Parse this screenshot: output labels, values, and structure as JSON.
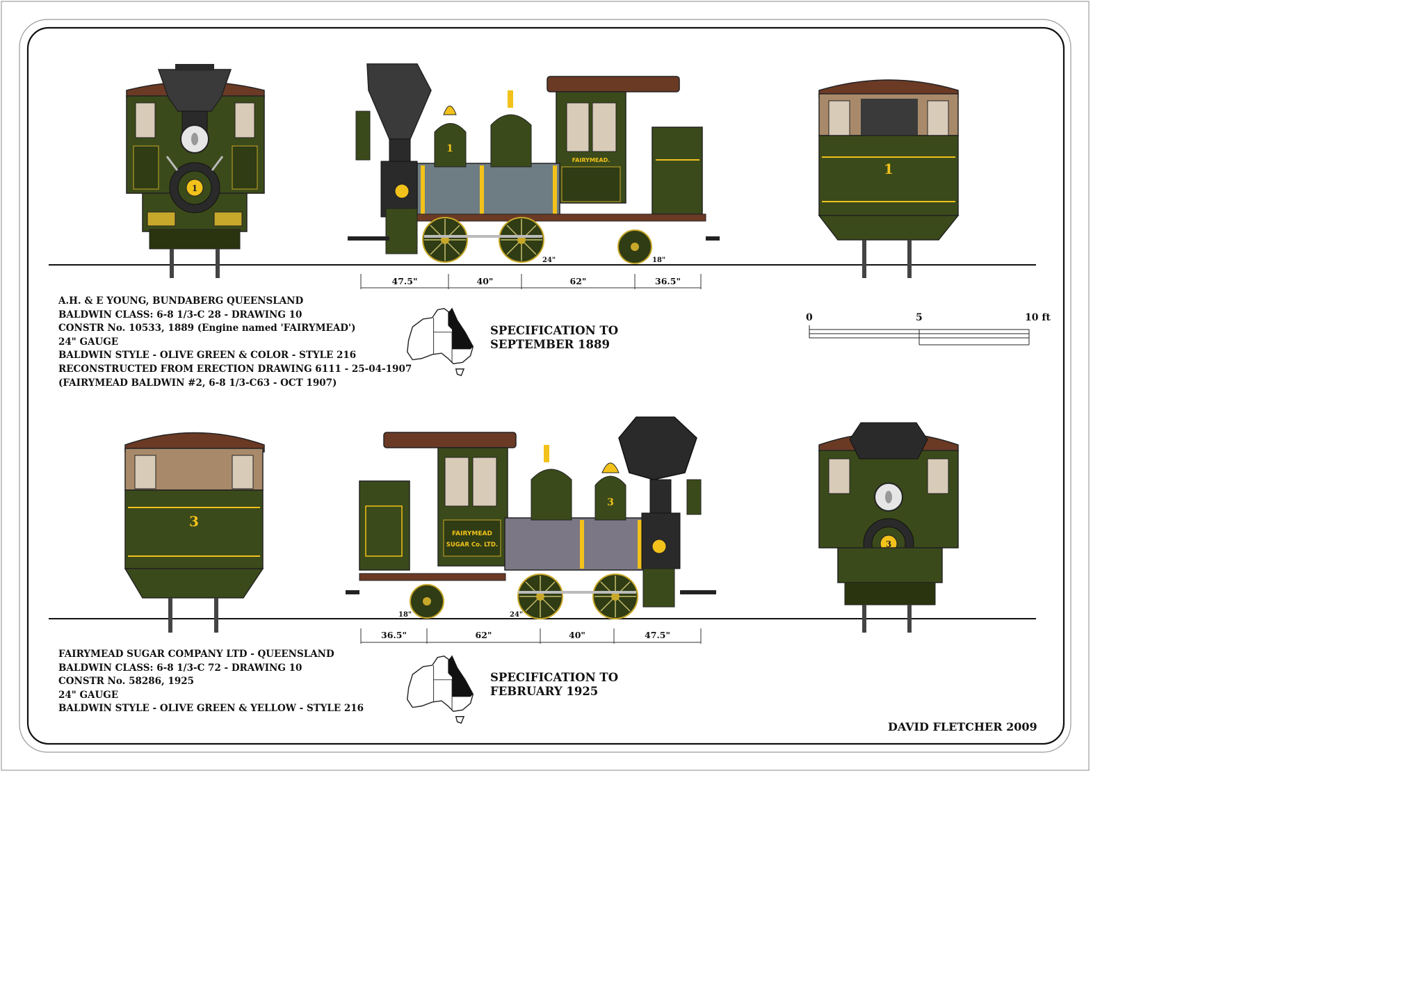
{
  "top": {
    "info_lines": [
      "A.H. & E YOUNG, BUNDABERG QUEENSLAND",
      "BALDWIN CLASS: 6-8 1/3-C 28 - DRAWING 10",
      "CONSTR No.  10533, 1889  (Engine named 'FAIRYMEAD')",
      "24\" GAUGE",
      "BALDWIN STYLE - OLIVE GREEN & COLOR - STYLE 216",
      "RECONSTRUCTED FROM ERECTION DRAWING 6111 - 25-04-1907",
      "(FAIRYMEAD BALDWIN #2, 6-8 1/3-C63 - OCT 1907)"
    ],
    "spec_line1": "SPECIFICATION TO",
    "spec_line2": "SEPTEMBER 1889",
    "dimensions": [
      "47.5\"",
      "40\"",
      "62\"",
      "36.5\""
    ],
    "wheel_label_driving": "24\"",
    "wheel_label_trailing": "18\"",
    "engine_number": "1",
    "cab_name": "FAIRYMEAD."
  },
  "bottom": {
    "info_lines": [
      "FAIRYMEAD SUGAR COMPANY LTD - QUEENSLAND",
      "BALDWIN CLASS: 6-8 1/3-C 72 - DRAWING 10",
      "CONSTR No.  58286, 1925",
      "24\" GAUGE",
      "BALDWIN STYLE - OLIVE GREEN & YELLOW - STYLE 216"
    ],
    "spec_line1": "SPECIFICATION TO",
    "spec_line2": "FEBRUARY 1925",
    "dimensions": [
      "36.5\"",
      "62\"",
      "40\"",
      "47.5\""
    ],
    "wheel_label_trailing": "18\"",
    "wheel_label_driving": "24\"",
    "engine_number": "3",
    "cab_name_line1": "FAIRYMEAD",
    "cab_name_line2": "SUGAR Co. LTD."
  },
  "scale": {
    "labels": [
      "0",
      "5",
      "10 ft"
    ]
  },
  "signature": "DAVID FLETCHER  2009",
  "colors": {
    "olive": "#3b4a1a",
    "olive_dark": "#2a3510",
    "yellow": "#f2c21b",
    "boiler_blue_grey": "#6e7d83",
    "boiler_mauve_grey": "#7b7785",
    "roof_brown": "#6b3a25",
    "cab_tan": "#a88a6a",
    "smoke_black": "#2a2a2a"
  }
}
